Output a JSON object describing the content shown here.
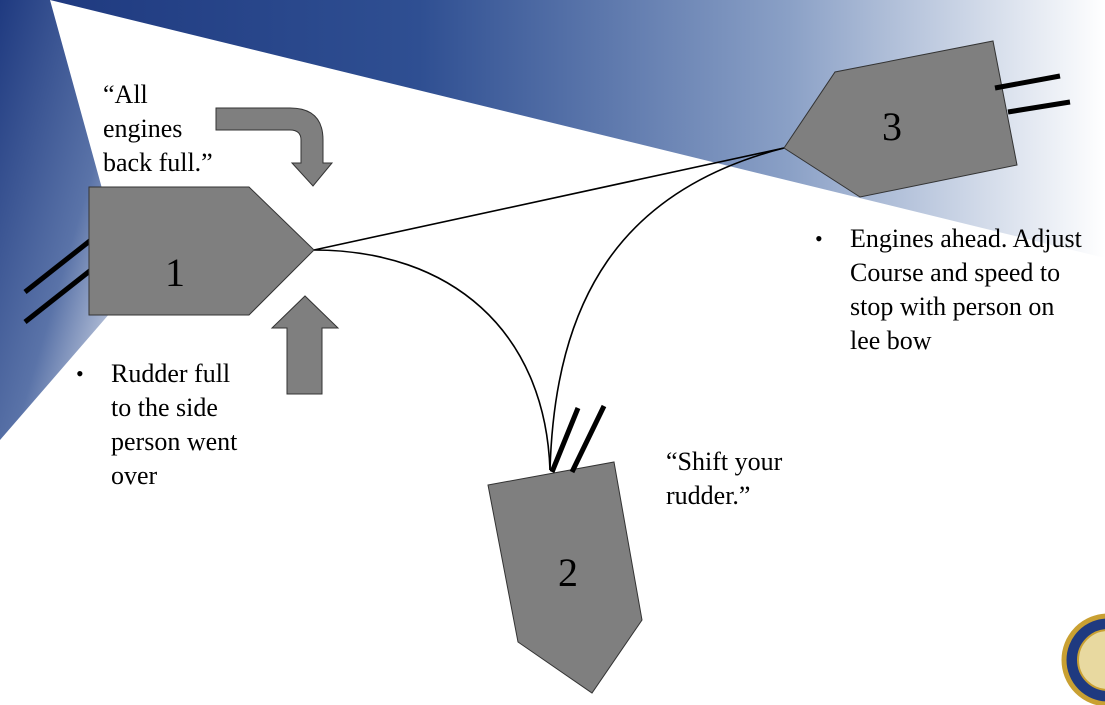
{
  "colors": {
    "ship_fill": "#7f7f7f",
    "ship_stroke": "#333333",
    "line": "#000000",
    "background_dark": "#1f3a80",
    "background_light": "#ffffff"
  },
  "ships": [
    {
      "label": "1"
    },
    {
      "label": "2"
    },
    {
      "label": "3"
    }
  ],
  "quote_all_engines": {
    "lines": [
      "“All",
      "engines",
      "back full.”"
    ]
  },
  "quote_shift_rudder": {
    "lines": [
      "“Shift your",
      "rudder.”"
    ]
  },
  "note_rudder": {
    "bullet": "•",
    "lines": [
      "Rudder full",
      "to the side",
      "person went",
      "over"
    ]
  },
  "note_engines_ahead": {
    "bullet": "•",
    "lines": [
      "Engines ahead. Adjust",
      "Course and speed to",
      "stop with person on",
      "lee bow"
    ]
  },
  "icons": {
    "turn_arrow": "curved-down-arrow-icon",
    "up_arrow": "up-arrow-icon",
    "emblem": "surface-force-emblem-icon"
  }
}
